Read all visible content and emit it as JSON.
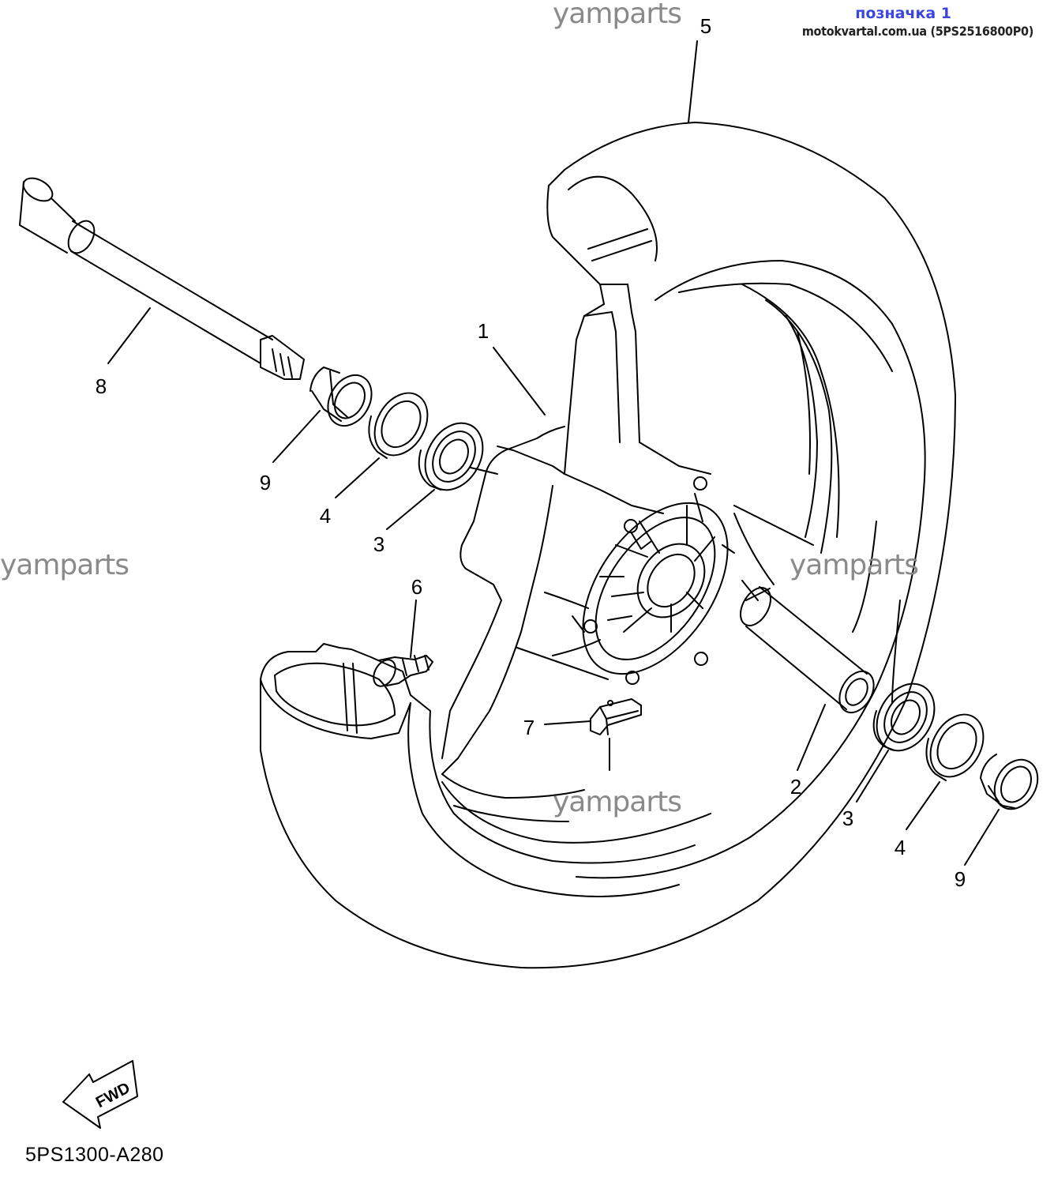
{
  "header": {
    "label_tag": "позначка 1",
    "source": "motokvartal.com.ua (5PS2516800P0)"
  },
  "watermarks": [
    "yamparts",
    "yamparts",
    "yamparts",
    "yamparts"
  ],
  "callouts": {
    "c1": "1",
    "c2": "2",
    "c3a": "3",
    "c3b": "3",
    "c4a": "4",
    "c4b": "4",
    "c5": "5",
    "c6": "6",
    "c7": "7",
    "c8": "8",
    "c9a": "9",
    "c9b": "9"
  },
  "fwd_label": "FWD",
  "diagram_code": "5PS1300-A280"
}
